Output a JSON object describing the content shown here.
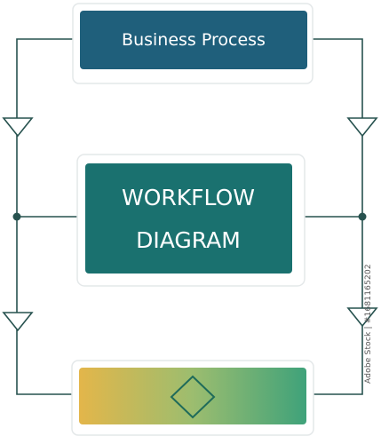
{
  "diagram": {
    "top_node": {
      "label": "Business Process",
      "color": "#1f5f7b"
    },
    "center_node": {
      "line1": "WORKFLOW",
      "line2": "DIAGRAM",
      "color": "#1a716f"
    },
    "bottom_node": {
      "gradient_start": "#e3b64a",
      "gradient_mid": "#9cbd6f",
      "gradient_end": "#3fa27a",
      "icon": "diamond-icon"
    },
    "connector_color": "#27524f"
  },
  "watermark": {
    "side_text": "Adobe Stock | #1681165202"
  }
}
